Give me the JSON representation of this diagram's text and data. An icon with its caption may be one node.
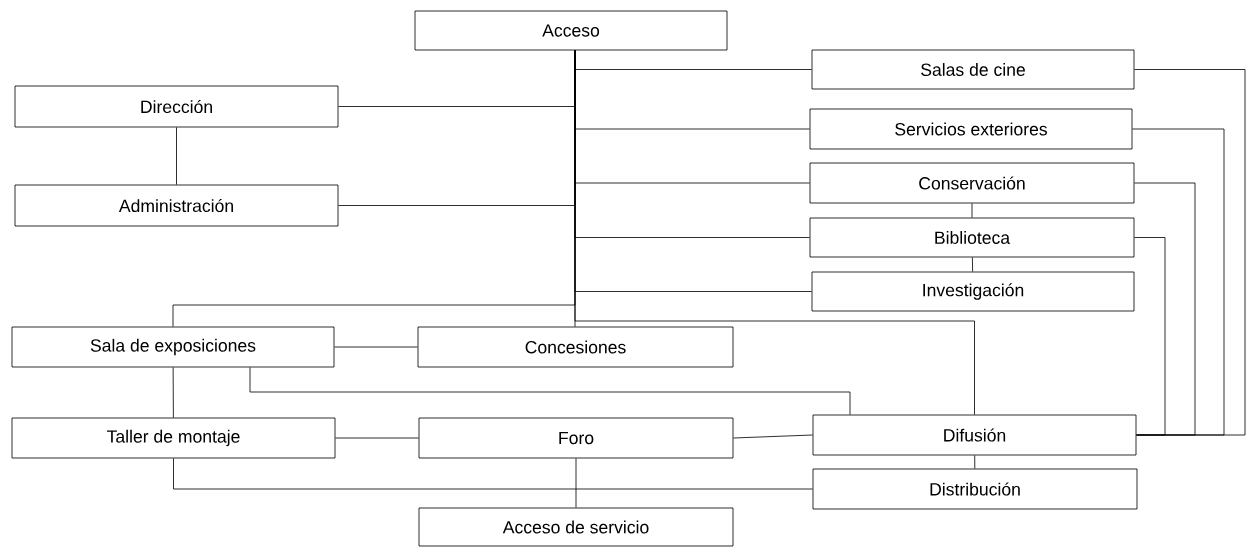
{
  "diagram": {
    "nodes": [
      {
        "text": [
          "Acceso"
        ]
      },
      {
        "text": [
          "Salas de cine"
        ]
      },
      {
        "text": [
          "Dirección"
        ]
      },
      {
        "text": [
          "Servicios exteriores"
        ]
      },
      {
        "text": [
          "Conservación"
        ]
      },
      {
        "text": [
          "Administración"
        ]
      },
      {
        "text": [
          "Biblioteca"
        ]
      },
      {
        "text": [
          "Investigación"
        ]
      },
      {
        "text": [
          "Sala de exposiciones"
        ]
      },
      {
        "text": [
          "Concesiones"
        ]
      },
      {
        "text": [
          "Taller de montaje"
        ]
      },
      {
        "text": [
          "Foro"
        ]
      },
      {
        "text": [
          "Difusión"
        ]
      },
      {
        "text": [
          "Distribución"
        ]
      },
      {
        "text": [
          "Acceso de servicio"
        ]
      }
    ],
    "edges": [
      {
        "from": 0,
        "to": 1,
        "arrow": "none"
      },
      {
        "from": 0,
        "to": 2,
        "arrow": "none"
      },
      {
        "from": 0,
        "to": 3,
        "arrow": "none"
      },
      {
        "from": 0,
        "to": 4,
        "arrow": "none"
      },
      {
        "from": 0,
        "to": 5,
        "arrow": "none"
      },
      {
        "from": 0,
        "to": 6,
        "arrow": "none"
      },
      {
        "from": 0,
        "to": 7,
        "arrow": "none"
      },
      {
        "from": 0,
        "to": 8,
        "arrow": "none"
      },
      {
        "from": 0,
        "to": 9,
        "arrow": "none"
      },
      {
        "from": 0,
        "to": 12,
        "arrow": "none"
      },
      {
        "from": 2,
        "to": 5,
        "arrow": "none"
      },
      {
        "from": 4,
        "to": 6,
        "arrow": "none"
      },
      {
        "from": 6,
        "to": 7,
        "arrow": "none"
      },
      {
        "from": 8,
        "to": 9,
        "arrow": "none"
      },
      {
        "from": 8,
        "to": 10,
        "arrow": "none"
      },
      {
        "from": 8,
        "to": 12,
        "arrow": "none"
      },
      {
        "from": 10,
        "to": 11,
        "arrow": "none"
      },
      {
        "from": 11,
        "to": 12,
        "arrow": "none"
      },
      {
        "from": 10,
        "to": 13,
        "arrow": "none"
      },
      {
        "from": 11,
        "to": 14,
        "arrow": "none"
      },
      {
        "from": 12,
        "to": 13,
        "arrow": "none"
      },
      {
        "from": 1,
        "to": 12,
        "arrow": "none"
      },
      {
        "from": 3,
        "to": 12,
        "arrow": "none"
      },
      {
        "from": 4,
        "to": 12,
        "arrow": "none"
      },
      {
        "from": 6,
        "to": 12,
        "arrow": "none"
      }
    ]
  }
}
